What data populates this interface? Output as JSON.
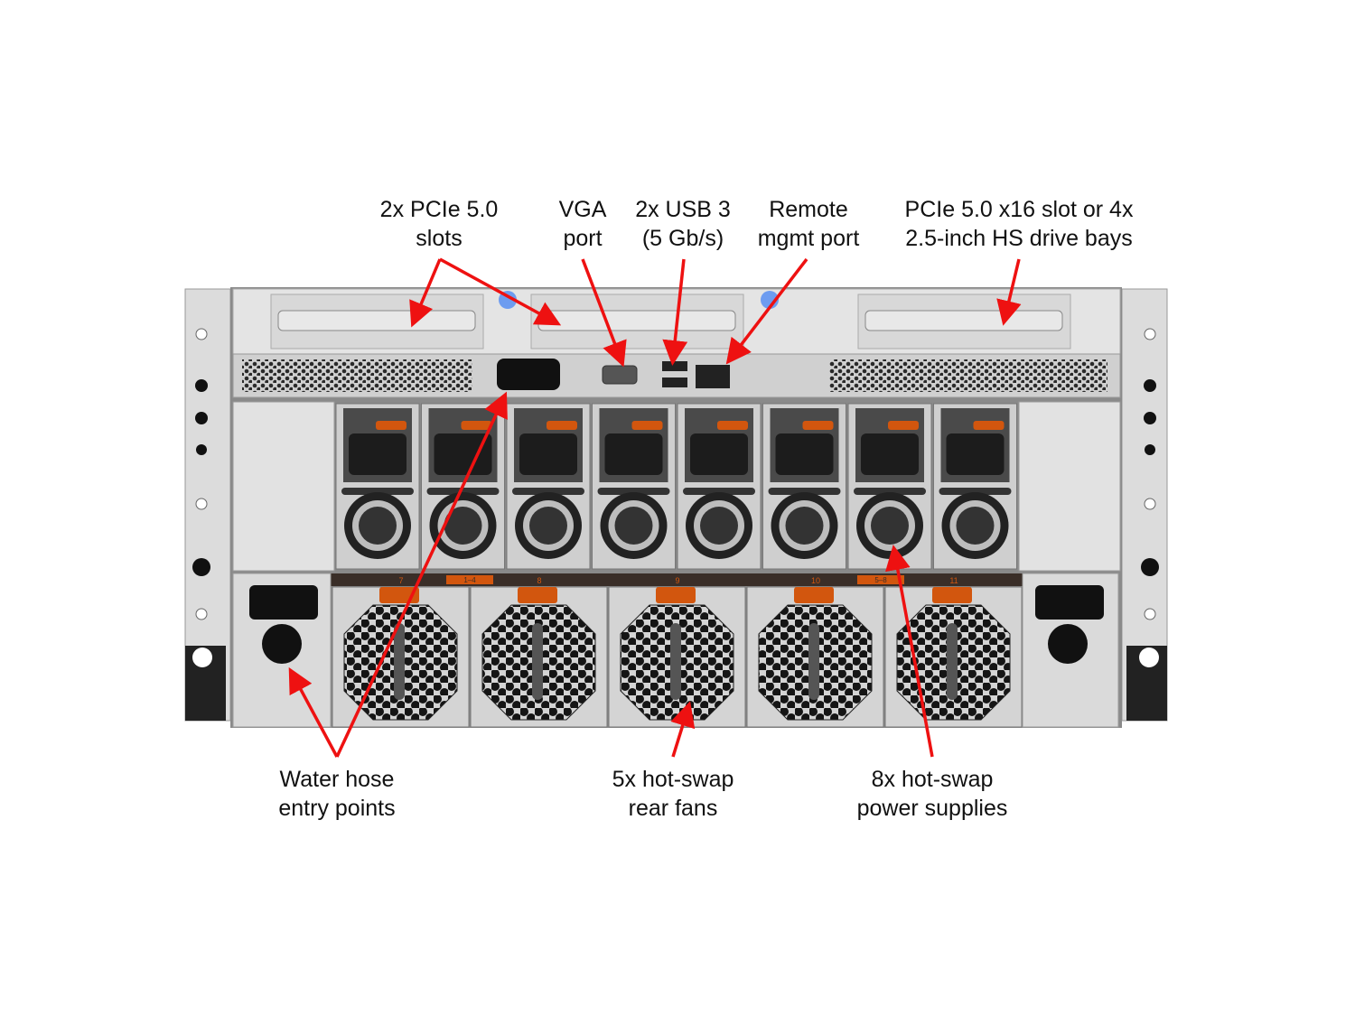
{
  "title_labels": [
    {
      "id": "pcie-slots",
      "lines": [
        "2x PCIe 5.0",
        "slots"
      ]
    },
    {
      "id": "vga-port",
      "lines": [
        "VGA",
        "port"
      ]
    },
    {
      "id": "usb",
      "lines": [
        "2x USB 3",
        "(5 Gb/s)"
      ]
    },
    {
      "id": "mgmt-port",
      "lines": [
        "Remote",
        "mgmt port"
      ]
    },
    {
      "id": "pcie-x16",
      "lines": [
        "PCIe 5.0 x16 slot or 4x",
        "2.5-inch HS drive bays"
      ]
    },
    {
      "id": "water-hose",
      "lines": [
        "Water hose",
        "entry points"
      ]
    },
    {
      "id": "rear-fans",
      "lines": [
        "5x hot-swap",
        "rear fans"
      ]
    },
    {
      "id": "psus",
      "lines": [
        "8x hot-swap",
        "power supplies"
      ]
    }
  ],
  "fan_bay_numbers": [
    "7",
    "8",
    "9",
    "10",
    "11"
  ],
  "psu_group_labels": [
    "1–4",
    "5–8"
  ],
  "colors": {
    "arrow": "#ee1111",
    "latch": "#d2560e",
    "chassis": "#d6d6d6",
    "dark": "#1c1c1c",
    "thumbscrew": "#6d9cf0"
  }
}
